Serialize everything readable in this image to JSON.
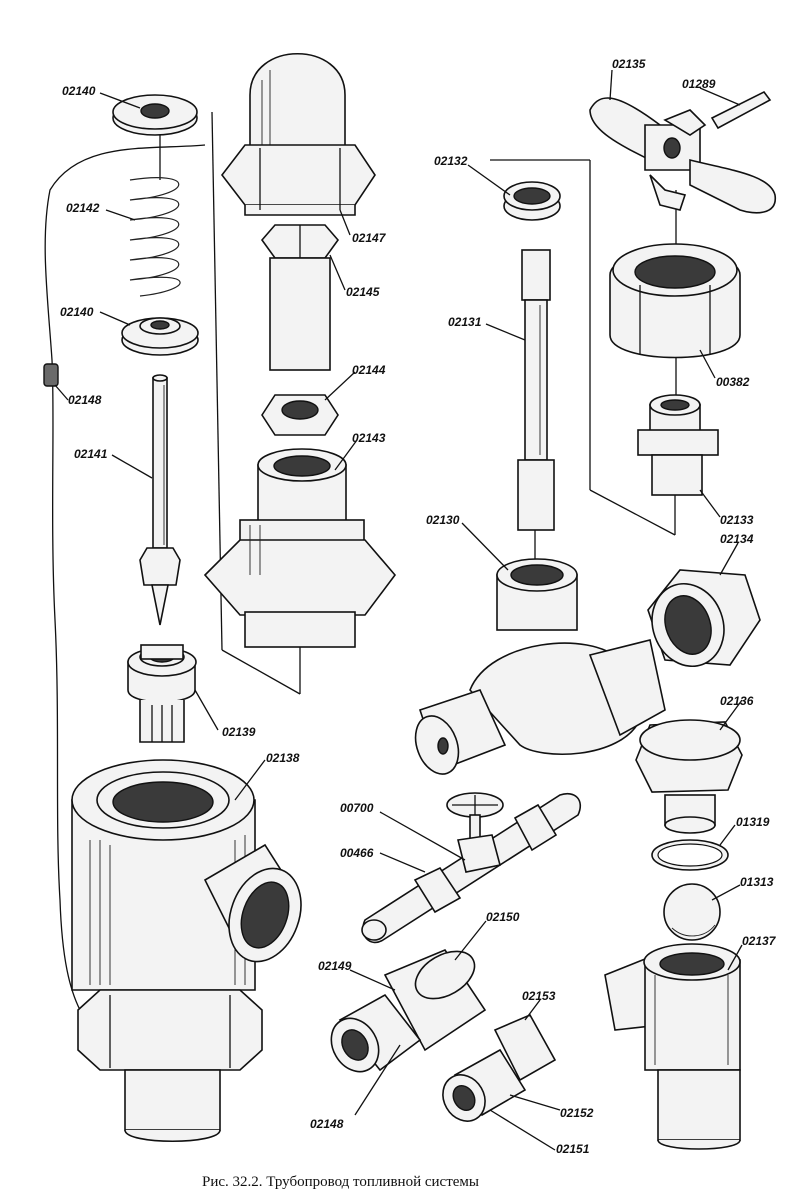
{
  "labels": {
    "p02140a": "02140",
    "p02142": "02142",
    "p02140b": "02140",
    "p02148a": "02148",
    "p02141": "02141",
    "p02147": "02147",
    "p02145": "02145",
    "p02144": "02144",
    "p02143": "02143",
    "p02139": "02139",
    "p02138": "02138",
    "p02135": "02135",
    "p01289": "01289",
    "p02132": "02132",
    "p02131": "02131",
    "p00382": "00382",
    "p02133": "02133",
    "p02130": "02130",
    "p02134": "02134",
    "p02136": "02136",
    "p01319": "01319",
    "p01313": "01313",
    "p02137": "02137",
    "p00700": "00700",
    "p00466": "00466",
    "p02150": "02150",
    "p02149": "02149",
    "p02153": "02153",
    "p02148b": "02148",
    "p02152": "02152",
    "p02151": "02151"
  },
  "caption": "Рис. 32.2. Трубопровод топливной системы"
}
